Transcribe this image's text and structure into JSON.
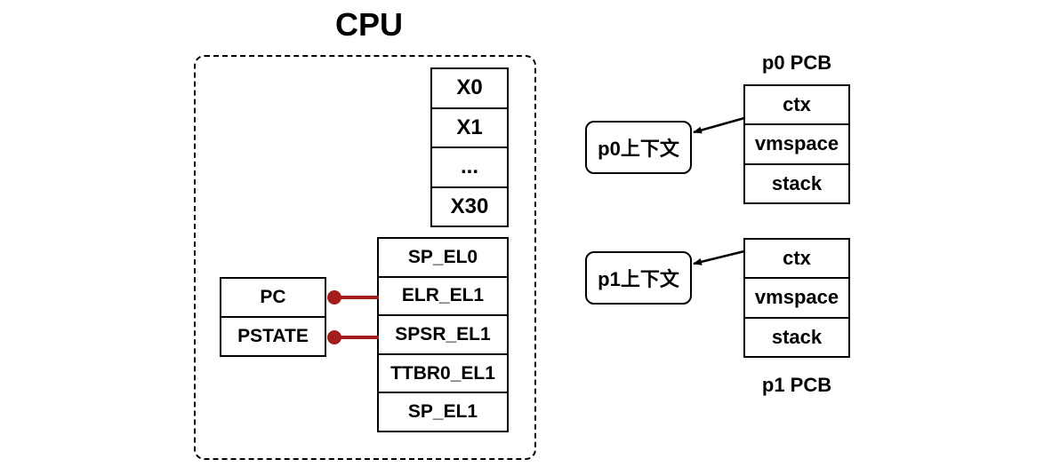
{
  "cpu": {
    "title": "CPU",
    "gp_registers": [
      "X0",
      "X1",
      "...",
      "X30"
    ],
    "sys_registers": [
      "SP_EL0",
      "ELR_EL1",
      "SPSR_EL1",
      "TTBR0_EL1",
      "SP_EL1"
    ],
    "core_registers": [
      "PC",
      "PSTATE"
    ]
  },
  "processes": [
    {
      "pcb_label": "p0 PCB",
      "context_label": "p0上下文",
      "fields": [
        "ctx",
        "vmspace",
        "stack"
      ]
    },
    {
      "pcb_label": "p1 PCB",
      "context_label": "p1上下文",
      "fields": [
        "ctx",
        "vmspace",
        "stack"
      ]
    }
  ],
  "colors": {
    "link": "#a31d1d",
    "line": "#000000"
  }
}
